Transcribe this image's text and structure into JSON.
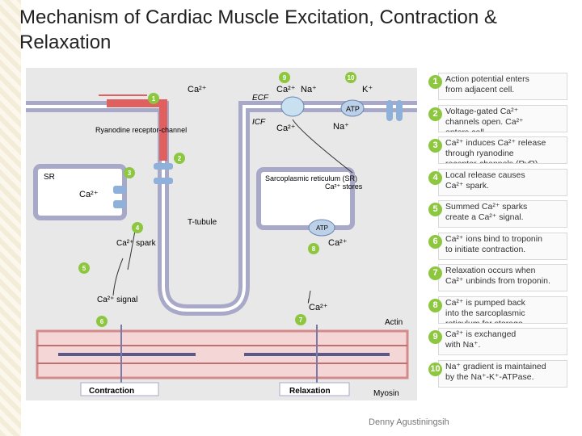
{
  "title": "Mechanism of Cardiac Muscle Excitation, Contraction & Relaxation",
  "author": "Denny Agustiningsih",
  "colors": {
    "step_badge": "#8dc63f",
    "membrane": "#a8a8c8",
    "depolarized": "#e06060",
    "sr_fill": "#ffffff",
    "background": "#e8e8e8"
  },
  "diagram": {
    "labels": {
      "ecf": "ECF",
      "icf": "ICF",
      "ca_in": "Ca²⁺",
      "ca_ecf": "Ca²⁺",
      "na_ecf": "Na⁺",
      "k": "K⁺",
      "atp_pump": "ATP",
      "ca_icf": "Ca²⁺",
      "na_icf": "Na⁺",
      "ryr": "Ryanodine receptor-channel",
      "sr_left": "SR",
      "ca_sr_left": "Ca²⁺",
      "sr_title": "Sarcoplasmic reticulum (SR)",
      "ca_stores": "Ca²⁺ stores",
      "atp_sr": "ATP",
      "ca_back": "Ca²⁺",
      "t_tubule": "T-tubule",
      "spark": "Ca²⁺ spark",
      "signal": "Ca²⁺ signal",
      "ca_unbind": "Ca²⁺",
      "actin": "Actin",
      "myosin": "Myosin",
      "contraction": "Contraction",
      "relaxation": "Relaxation"
    },
    "step_numbers": [
      "1",
      "2",
      "3",
      "4",
      "5",
      "6",
      "7",
      "8",
      "9",
      "10"
    ]
  },
  "legend": [
    {
      "num": "1",
      "lines": [
        "Action potential enters",
        "from adjacent cell."
      ]
    },
    {
      "num": "2",
      "lines": [
        "Voltage-gated Ca²⁺",
        "channels open. Ca²⁺",
        "enters cell."
      ]
    },
    {
      "num": "3",
      "lines": [
        "Ca²⁺ induces Ca²⁺ release",
        "through ryanodine",
        "receptor-channels (RyR)."
      ]
    },
    {
      "num": "4",
      "lines": [
        "Local release causes",
        "Ca²⁺ spark."
      ]
    },
    {
      "num": "5",
      "lines": [
        "Summed Ca²⁺ sparks",
        "create a Ca²⁺ signal."
      ]
    },
    {
      "num": "6",
      "lines": [
        "Ca²⁺ ions bind to troponin",
        "to initiate contraction."
      ]
    },
    {
      "num": "7",
      "lines": [
        "Relaxation occurs when",
        "Ca²⁺ unbinds from troponin."
      ]
    },
    {
      "num": "8",
      "lines": [
        "Ca²⁺ is pumped back",
        "into the sarcoplasmic",
        "reticulum for storage."
      ]
    },
    {
      "num": "9",
      "lines": [
        "Ca²⁺ is exchanged",
        "with Na⁺."
      ]
    },
    {
      "num": "10",
      "lines": [
        "Na⁺ gradient is maintained",
        "by the Na⁺-K⁺-ATPase."
      ]
    }
  ]
}
